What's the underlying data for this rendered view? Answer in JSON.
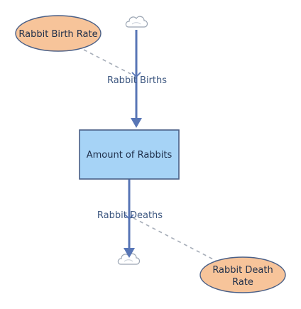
{
  "diagram": {
    "stock": {
      "label": "Amount of Rabbits",
      "fill": "#a6d3f6",
      "stroke": "#4a5f86"
    },
    "birth_flow": {
      "label": "Rabbit Births"
    },
    "death_flow": {
      "label": "Rabbit Deaths"
    },
    "birth_rate": {
      "label": "Rabbit Birth Rate",
      "fill": "#f7c49a",
      "stroke": "#4a5f86"
    },
    "death_rate": {
      "label_line1": "Rabbit Death",
      "label_line2": "Rate",
      "fill": "#f7c49a",
      "stroke": "#4a5f86"
    },
    "colors": {
      "flow_pipe": "#5876b6",
      "link_dash": "#a6adb8",
      "cloud_stroke": "#9aa4b2",
      "cloud_fill": "#ffffff"
    },
    "icons": {
      "source_cloud": "cloud-icon",
      "sink_cloud": "cloud-icon"
    }
  }
}
